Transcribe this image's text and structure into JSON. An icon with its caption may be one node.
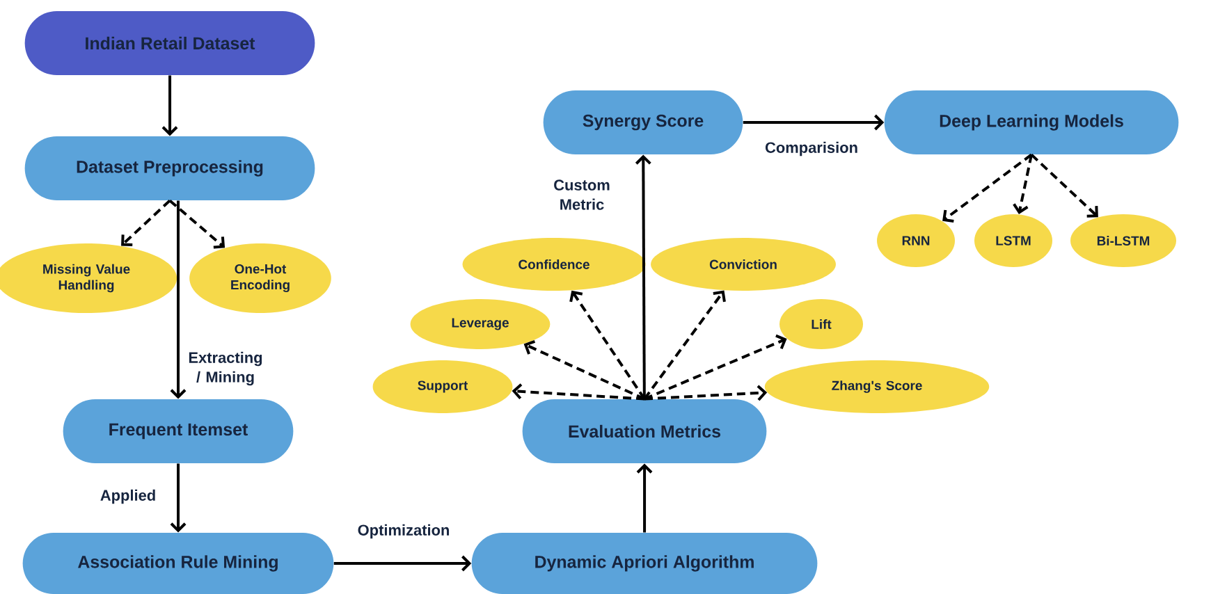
{
  "diagram": {
    "nodes": [
      {
        "text": [
          "Indian Retail Dataset"
        ]
      },
      {
        "text": [
          "Dataset Preprocessing"
        ]
      },
      {
        "text": [
          "Missing Value Handling"
        ]
      },
      {
        "text": [
          "One-Hot Encoding"
        ]
      },
      {
        "text": [
          "Frequent Itemset"
        ]
      },
      {
        "text": [
          "Association Rule Mining"
        ]
      },
      {
        "text": [
          "Dynamic Apriori Algorithm"
        ]
      },
      {
        "text": [
          "Evaluation Metrics"
        ]
      },
      {
        "text": [
          "Synergy Score"
        ]
      },
      {
        "text": [
          "Deep Learning Models"
        ]
      },
      {
        "text": [
          "Support"
        ]
      },
      {
        "text": [
          "Leverage"
        ]
      },
      {
        "text": [
          "Confidence"
        ]
      },
      {
        "text": [
          "Conviction"
        ]
      },
      {
        "text": [
          "Lift"
        ]
      },
      {
        "text": [
          "Zhang's Score"
        ]
      },
      {
        "text": [
          "RNN"
        ]
      },
      {
        "text": [
          "LSTM"
        ]
      },
      {
        "text": [
          "Bi-LSTM"
        ]
      }
    ],
    "edges": [
      {
        "from": 0,
        "to": 1,
        "arrow": "to"
      },
      {
        "from": 1,
        "to": 2,
        "arrow": "to",
        "style": "dashed"
      },
      {
        "from": 1,
        "to": 3,
        "arrow": "to",
        "style": "dashed"
      },
      {
        "from": 1,
        "to": 4,
        "arrow": "to",
        "label": "Extracting / Mining"
      },
      {
        "from": 4,
        "to": 5,
        "arrow": "to",
        "label": "Applied"
      },
      {
        "from": 5,
        "to": 6,
        "arrow": "to",
        "label": "Optimization"
      },
      {
        "from": 6,
        "to": 7,
        "arrow": "to"
      },
      {
        "from": 7,
        "to": 8,
        "arrow": "to",
        "label": "Custom Metric"
      },
      {
        "from": 8,
        "to": 9,
        "arrow": "to",
        "label": "Comparision"
      },
      {
        "from": 7,
        "to": 10,
        "arrow": "to",
        "style": "dashed"
      },
      {
        "from": 7,
        "to": 11,
        "arrow": "to",
        "style": "dashed"
      },
      {
        "from": 7,
        "to": 12,
        "arrow": "to",
        "style": "dashed"
      },
      {
        "from": 7,
        "to": 13,
        "arrow": "to",
        "style": "dashed"
      },
      {
        "from": 7,
        "to": 14,
        "arrow": "to",
        "style": "dashed"
      },
      {
        "from": 7,
        "to": 15,
        "arrow": "to",
        "style": "dashed"
      },
      {
        "from": 9,
        "to": 16,
        "arrow": "to",
        "style": "dashed"
      },
      {
        "from": 9,
        "to": 17,
        "arrow": "to",
        "style": "dashed"
      },
      {
        "from": 9,
        "to": 18,
        "arrow": "to",
        "style": "dashed"
      }
    ]
  }
}
